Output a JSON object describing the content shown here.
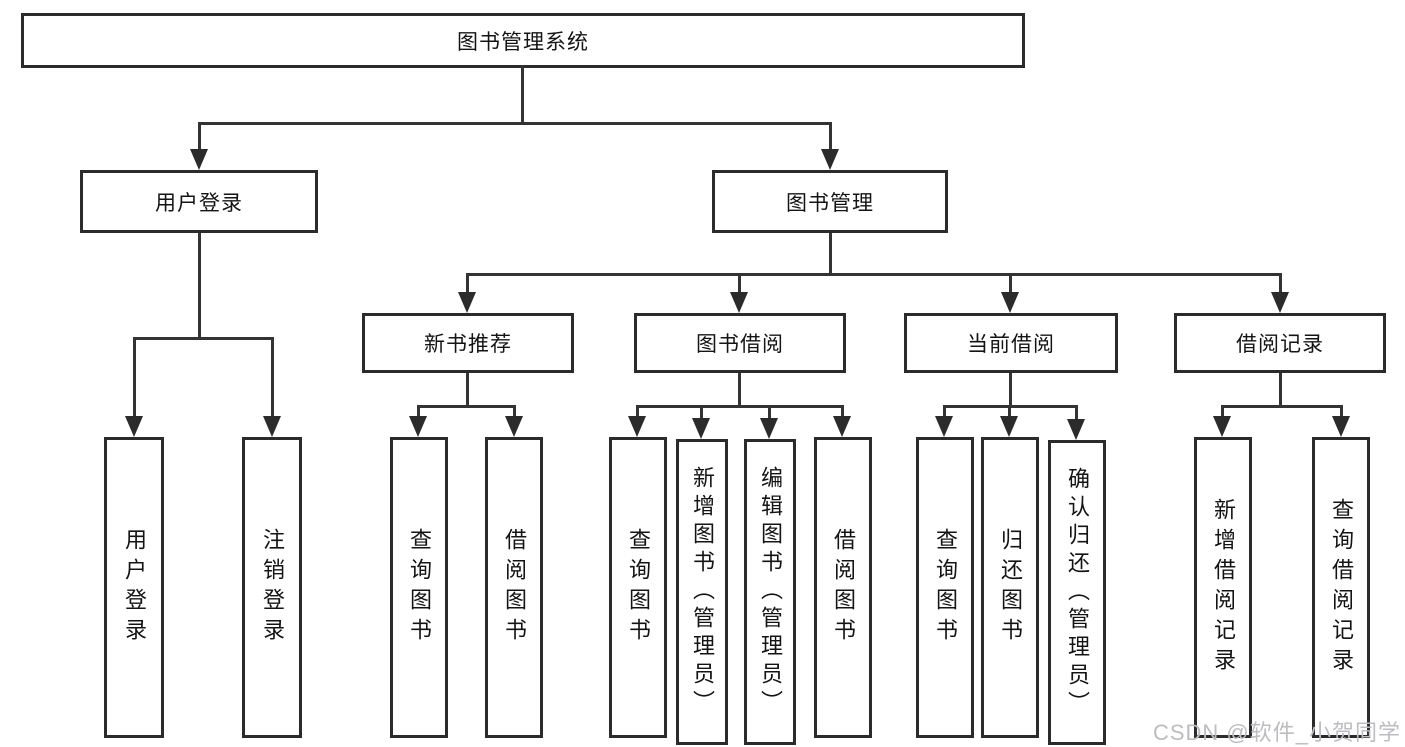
{
  "diagram_title": "图书管理系统",
  "watermark": "CSDN @软件_小贺同学",
  "colors": {
    "line": "#333333",
    "border": "#2b2b2b",
    "text": "#141414",
    "background": "#ffffff",
    "watermark": "#bdbdc1"
  },
  "nodes": {
    "root": {
      "label": "图书管理系统"
    },
    "user_login": {
      "label": "用户登录"
    },
    "book_mgmt": {
      "label": "图书管理"
    },
    "new_book_rec": {
      "label": "新书推荐"
    },
    "book_borrow": {
      "label": "图书借阅"
    },
    "current_borrow": {
      "label": "当前借阅"
    },
    "borrow_records": {
      "label": "借阅记录"
    },
    "leaf_user_login": {
      "label": "用户登录"
    },
    "leaf_logout": {
      "label": "注销登录"
    },
    "leaf_nbr_query_books": {
      "label": "查询图书"
    },
    "leaf_nbr_borrow_books": {
      "label": "借阅图书"
    },
    "leaf_bb_query_books": {
      "label": "查询图书"
    },
    "leaf_bb_add_books": {
      "label": "新增图书（管理员）"
    },
    "leaf_bb_edit_books": {
      "label": "编辑图书（管理员）"
    },
    "leaf_bb_borrow_books": {
      "label": "借阅图书"
    },
    "leaf_cb_query_books": {
      "label": "查询图书"
    },
    "leaf_cb_return_books": {
      "label": "归还图书"
    },
    "leaf_cb_confirm_return": {
      "label": "确认归还（管理员）"
    },
    "leaf_br_add_record": {
      "label": "新增借阅记录"
    },
    "leaf_br_query_record": {
      "label": "查询借阅记录"
    }
  }
}
